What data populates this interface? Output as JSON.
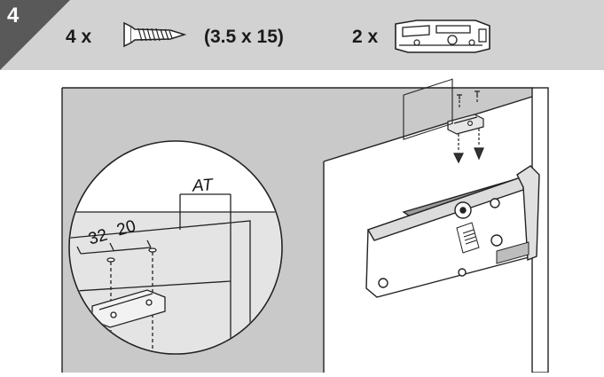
{
  "step": {
    "number": "4"
  },
  "parts": {
    "screws": {
      "count_label": "4 x",
      "size_label": "(3.5 x 15)",
      "icon": "screw-icon"
    },
    "clips": {
      "count_label": "2 x",
      "icon": "mounting-clip-icon"
    }
  },
  "dimensions": {
    "at": "AT",
    "d32": "32",
    "d20": "20"
  },
  "colors": {
    "header_bg": "#d2d2d2",
    "step_tab": "#595959",
    "wall_gray": "#c9c9c9"
  }
}
